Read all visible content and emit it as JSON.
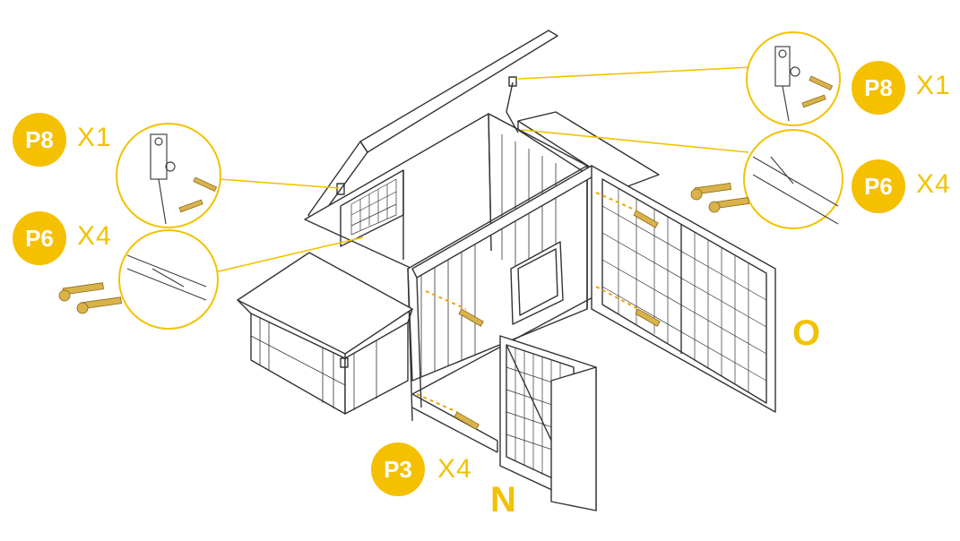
{
  "callouts": [
    {
      "part": "P8",
      "qty": "X1"
    },
    {
      "part": "P6",
      "qty": "X4"
    },
    {
      "part": "P8",
      "qty": "X1"
    },
    {
      "part": "P6",
      "qty": "X4"
    },
    {
      "part": "P3",
      "qty": "X4"
    }
  ],
  "part_letters": {
    "door_panel": "N",
    "side_panel": "O"
  },
  "colors": {
    "accent": "#f5c000",
    "line": "#333333",
    "screw": "#d9b24a"
  }
}
